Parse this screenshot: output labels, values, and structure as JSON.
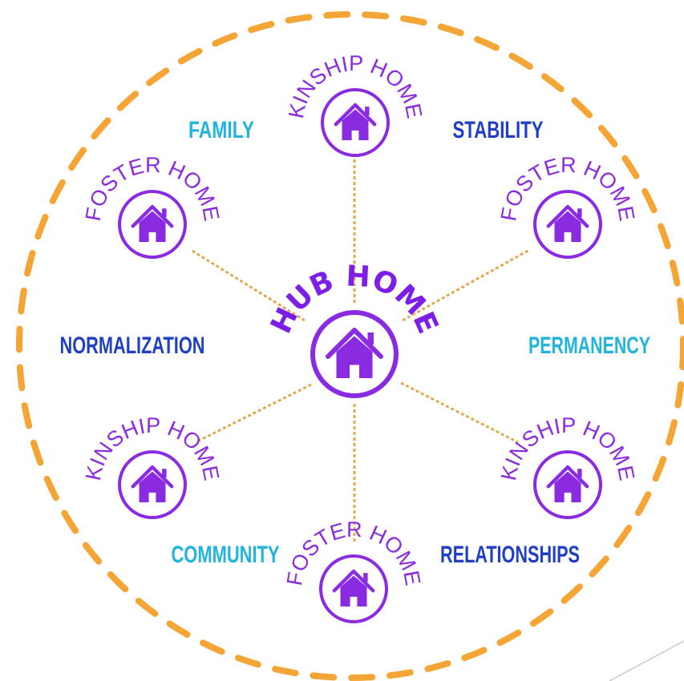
{
  "colors": {
    "purple": "#8a2be2",
    "orange": "#f4a535",
    "dark_blue": "#1f3fc4",
    "light_blue": "#21b4dd"
  },
  "hub": {
    "label": "HUB HOME",
    "icon": "house-icon"
  },
  "homes": [
    {
      "label": "KINSHIP HOME",
      "icon": "house-icon"
    },
    {
      "label": "FOSTER HOME",
      "icon": "house-icon"
    },
    {
      "label": "FOSTER HOME",
      "icon": "house-icon"
    },
    {
      "label": "KINSHIP HOME",
      "icon": "house-icon"
    },
    {
      "label": "KINSHIP HOME",
      "icon": "house-icon"
    },
    {
      "label": "FOSTER HOME",
      "icon": "house-icon"
    }
  ],
  "values": [
    {
      "label": "FAMILY",
      "color": "#21b4dd"
    },
    {
      "label": "STABILITY",
      "color": "#1f3fc4"
    },
    {
      "label": "NORMALIZATION",
      "color": "#1f3fc4"
    },
    {
      "label": "PERMANENCY",
      "color": "#21b4dd"
    },
    {
      "label": "COMMUNITY",
      "color": "#21b4dd"
    },
    {
      "label": "RELATIONSHIPS",
      "color": "#1f3fc4"
    }
  ]
}
